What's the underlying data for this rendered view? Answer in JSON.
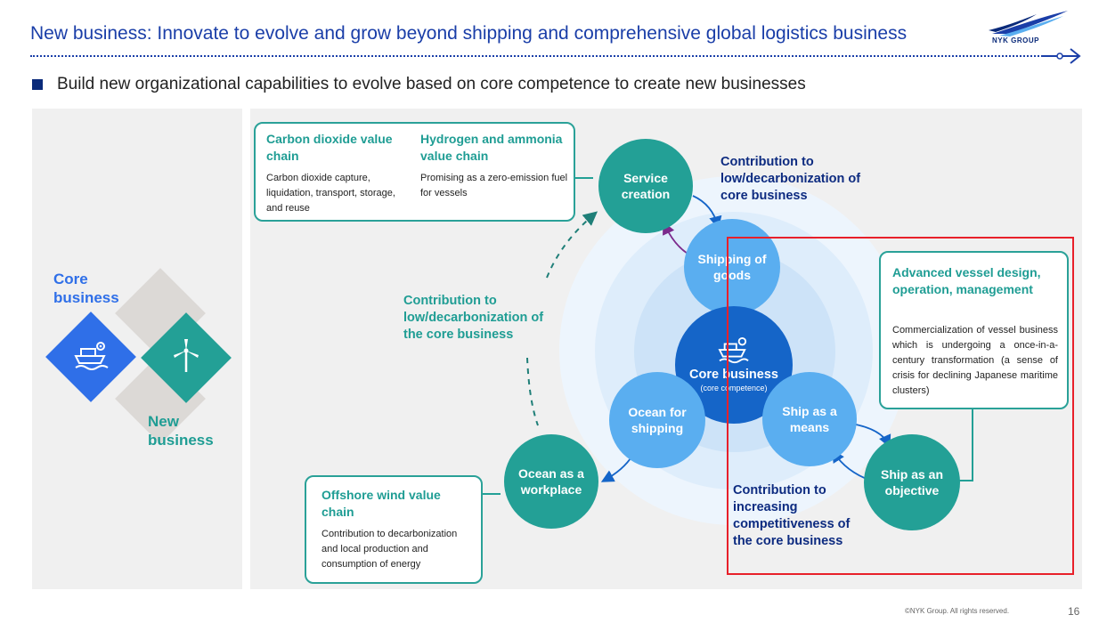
{
  "header": {
    "title": "New business: Innovate to evolve and grow beyond shipping and comprehensive global logistics business",
    "logo_text": "NYK GROUP"
  },
  "subtitle": "Build new organizational capabilities to evolve based on core competence to create new businesses",
  "left_panel": {
    "core_label": "Core business",
    "new_label": "New business"
  },
  "boxes": {
    "carbon": {
      "title": "Carbon dioxide value chain",
      "text": "Carbon dioxide capture, liquidation, transport, storage, and reuse"
    },
    "hydrogen": {
      "title": "Hydrogen and ammonia value chain",
      "text": "Promising as a zero-emission fuel for vessels"
    },
    "advanced": {
      "title": "Advanced vessel design, operation, management",
      "text": "Commercialization of vessel business which is undergoing a once-in-a-century transformation (a sense of crisis for declining Japanese maritime clusters)"
    },
    "offshore": {
      "title": "Offshore wind value chain",
      "text": "Contribution to decarbonization and local production and consumption of energy"
    }
  },
  "circles": {
    "service_creation": "Service creation",
    "shipping_goods": "Shipping of goods",
    "core_business": "Core business",
    "core_competence": "(core competence)",
    "ocean_shipping": "Ocean for shipping",
    "ship_means": "Ship as a means",
    "ocean_workplace": "Ocean as a workplace",
    "ship_objective": "Ship as an objective"
  },
  "contributions": {
    "top_right": "Contribution to low/decarbonization of core business",
    "middle_left": "Contribution to low/decarbonization of the core business",
    "bottom": "Contribution to increasing competitiveness of the core business"
  },
  "footer": {
    "copyright": "©NYK Group. All rights reserved.",
    "page": "16"
  },
  "colors": {
    "title_blue": "#1a3ea8",
    "navy": "#0d2b80",
    "teal": "#23a096",
    "light_blue": "#5aaef0",
    "dark_blue": "#1565c8",
    "highlight_red": "#e8202a"
  },
  "icons": [
    "ship-gear-icon",
    "wind-turbine-icon",
    "nyk-logo-icon",
    "arrow-right-icon"
  ]
}
